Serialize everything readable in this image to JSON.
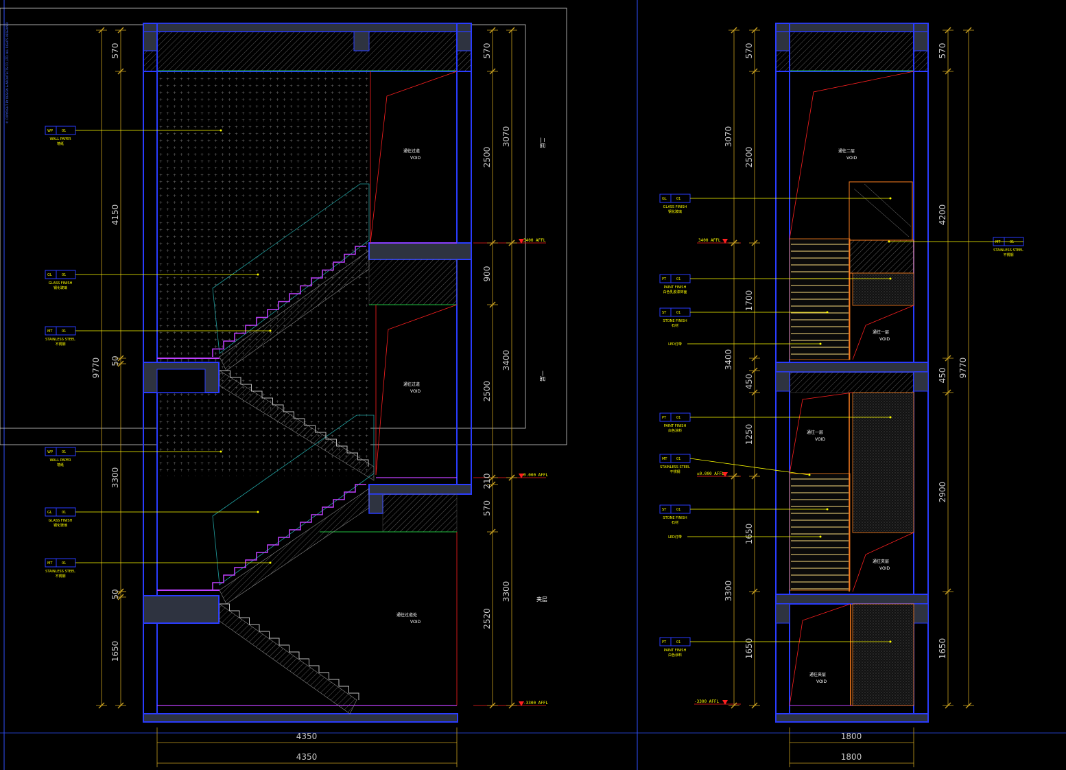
{
  "colors": {
    "background": "#000000",
    "wall": "#2a3cff",
    "dimension": "#c8a020",
    "tag": "#ffff00",
    "level_marker": "#ff2020",
    "stair_nosing": "#c040ff",
    "glass": "#20a0a0",
    "ceiling_line": "#20c040",
    "finish_orange": "#ff8020"
  },
  "copyright": "© COPYRIGHT BY DESIGN & ARCHITECTS CO.,LTD. ALL RIGHTS RESERVED",
  "left_section": {
    "dims_left": [
      "570",
      "4150",
      "50",
      "9770",
      "3300",
      "50",
      "1650"
    ],
    "dims_right": [
      "570",
      "2500",
      "3070",
      "900",
      "3400",
      "2500",
      "210",
      "570",
      "3300",
      "2520"
    ],
    "dims_bottom": [
      "4350",
      "4350"
    ],
    "levels": [
      "3400 AFFL",
      "0.000 AFFL",
      "-3300 AFFL"
    ],
    "floor_labels": [
      "二层",
      "一层",
      "夹层"
    ],
    "rooms": [
      {
        "name": "通往过道",
        "sub": "VOID"
      },
      {
        "name": "通往过道",
        "sub": "VOID"
      },
      {
        "name": "通往过道处",
        "sub": "VOID"
      }
    ],
    "tags": [
      {
        "code": "WP",
        "num": "01",
        "label": "WALL PAPER",
        "sub": "墙纸"
      },
      {
        "code": "GL",
        "num": "01",
        "label": "GLASS FINISH",
        "sub": "钢化玻璃"
      },
      {
        "code": "MT",
        "num": "01",
        "label": "STAINLESS STEEL",
        "sub": "不锈钢"
      },
      {
        "code": "WP",
        "num": "01",
        "label": "WALL PAPER",
        "sub": "墙纸"
      },
      {
        "code": "GL",
        "num": "01",
        "label": "GLASS FINISH",
        "sub": "钢化玻璃"
      },
      {
        "code": "MT",
        "num": "01",
        "label": "STAINLESS STEEL",
        "sub": "不锈钢"
      }
    ]
  },
  "right_section": {
    "dims_left": [
      "570",
      "3070",
      "2500",
      "1700",
      "3400",
      "450",
      "1250",
      "1650",
      "3300",
      "1650"
    ],
    "dims_right": [
      "570",
      "4200",
      "450",
      "9770",
      "2900",
      "1650"
    ],
    "dims_bottom": [
      "1800",
      "1800"
    ],
    "levels": [
      "3400 AFFL",
      "±0.000 AFFL",
      "-3300 AFFL"
    ],
    "rooms": [
      {
        "name": "通往二层",
        "sub": "VOID"
      },
      {
        "name": "通往一层",
        "sub": "VOID"
      },
      {
        "name": "通往一层",
        "sub": "VOID"
      },
      {
        "name": "通往夹层",
        "sub": "VOID"
      },
      {
        "name": "通往夹层",
        "sub": "VOID"
      }
    ],
    "tags": [
      {
        "code": "GL",
        "num": "01",
        "label": "GLASS FINISH",
        "sub": "钢化玻璃"
      },
      {
        "code": "PT",
        "num": "01",
        "label": "PAINT FINISH",
        "sub": "白色乳胶漆饰面"
      },
      {
        "code": "ST",
        "num": "01",
        "label": "STONE FINISH",
        "sub": "石材"
      },
      {
        "code": "",
        "num": "",
        "label": "LED灯带",
        "sub": ""
      },
      {
        "code": "PT",
        "num": "01",
        "label": "PAINT FINISH",
        "sub": "白色涂料"
      },
      {
        "code": "MT",
        "num": "01",
        "label": "STAINLESS STEEL",
        "sub": "不锈钢"
      },
      {
        "code": "ST",
        "num": "01",
        "label": "STONE FINISH",
        "sub": "石材"
      },
      {
        "code": "",
        "num": "",
        "label": "LED灯带",
        "sub": ""
      },
      {
        "code": "PT",
        "num": "01",
        "label": "PAINT FINISH",
        "sub": "白色涂料"
      },
      {
        "code": "MT",
        "num": "01",
        "label": "STAINLESS STEEL",
        "sub": "不锈钢"
      }
    ]
  }
}
